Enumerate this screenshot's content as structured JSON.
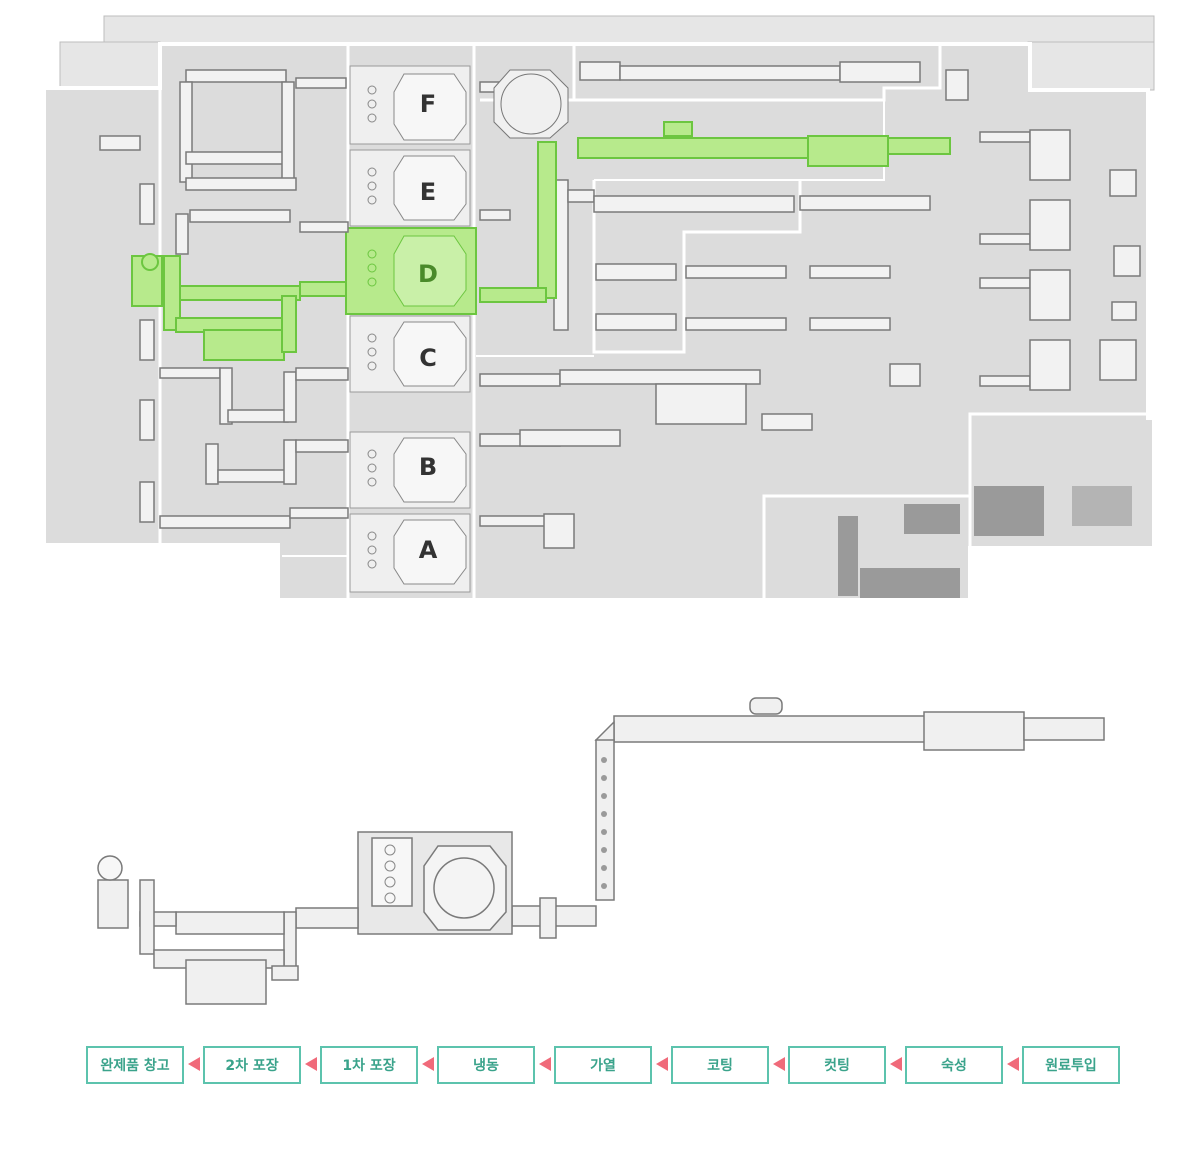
{
  "floor_plan": {
    "zones": [
      {
        "id": "zone-f",
        "label": "F"
      },
      {
        "id": "zone-e",
        "label": "E"
      },
      {
        "id": "zone-d",
        "label": "D",
        "highlighted": true
      },
      {
        "id": "zone-c",
        "label": "C"
      },
      {
        "id": "zone-b",
        "label": "B"
      },
      {
        "id": "zone-a",
        "label": "A"
      }
    ],
    "highlight_color": "#9be070",
    "highlight_stroke": "#6cc640",
    "wall_color": "#ffffff",
    "floor_color": "#dcdcdc"
  },
  "process_steps": [
    {
      "label": "완제품 창고"
    },
    {
      "label": "2차 포장"
    },
    {
      "label": "1차 포장"
    },
    {
      "label": "냉동"
    },
    {
      "label": "가열"
    },
    {
      "label": "코팅"
    },
    {
      "label": "컷팅"
    },
    {
      "label": "숙성"
    },
    {
      "label": "원료투입"
    }
  ],
  "colors": {
    "step_border": "#5cc3ad",
    "step_text": "#3aa38b",
    "arrow": "#f06a7a"
  }
}
